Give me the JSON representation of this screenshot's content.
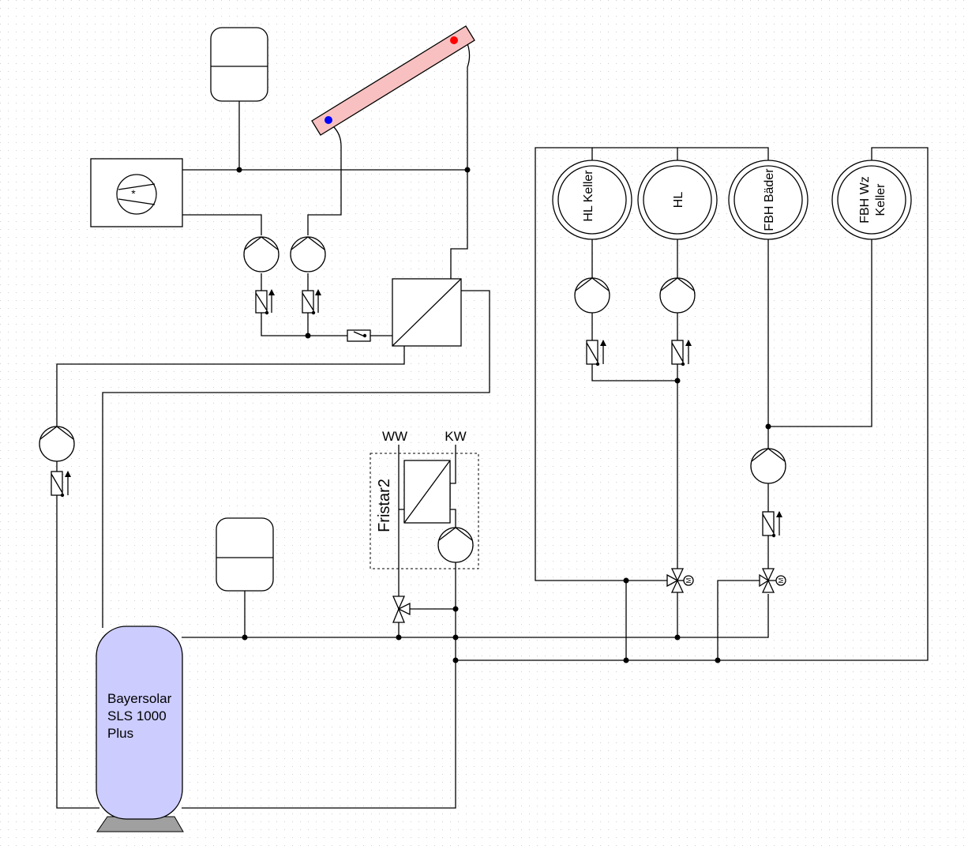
{
  "tank": {
    "line1": "Bayersolar",
    "line2": "SLS 1000",
    "line3": "Plus",
    "fill": "#ccccff"
  },
  "collector": {
    "fill": "#f8c0c0",
    "hot_color": "#ff0000",
    "cold_color": "#0000ff"
  },
  "heating_circuits": {
    "hl_keller": "HL Keller",
    "hl": "HL",
    "fbh_baeder": "FBH Bäder",
    "fbh_wz_keller_1": "FBH Wz",
    "fbh_wz_keller_2": "Keller"
  },
  "fresh_water": {
    "station": "Fristar2",
    "hot_water": "WW",
    "cold_water": "KW"
  },
  "boiler": {
    "symbol": "*"
  },
  "valve_actuator": "M"
}
